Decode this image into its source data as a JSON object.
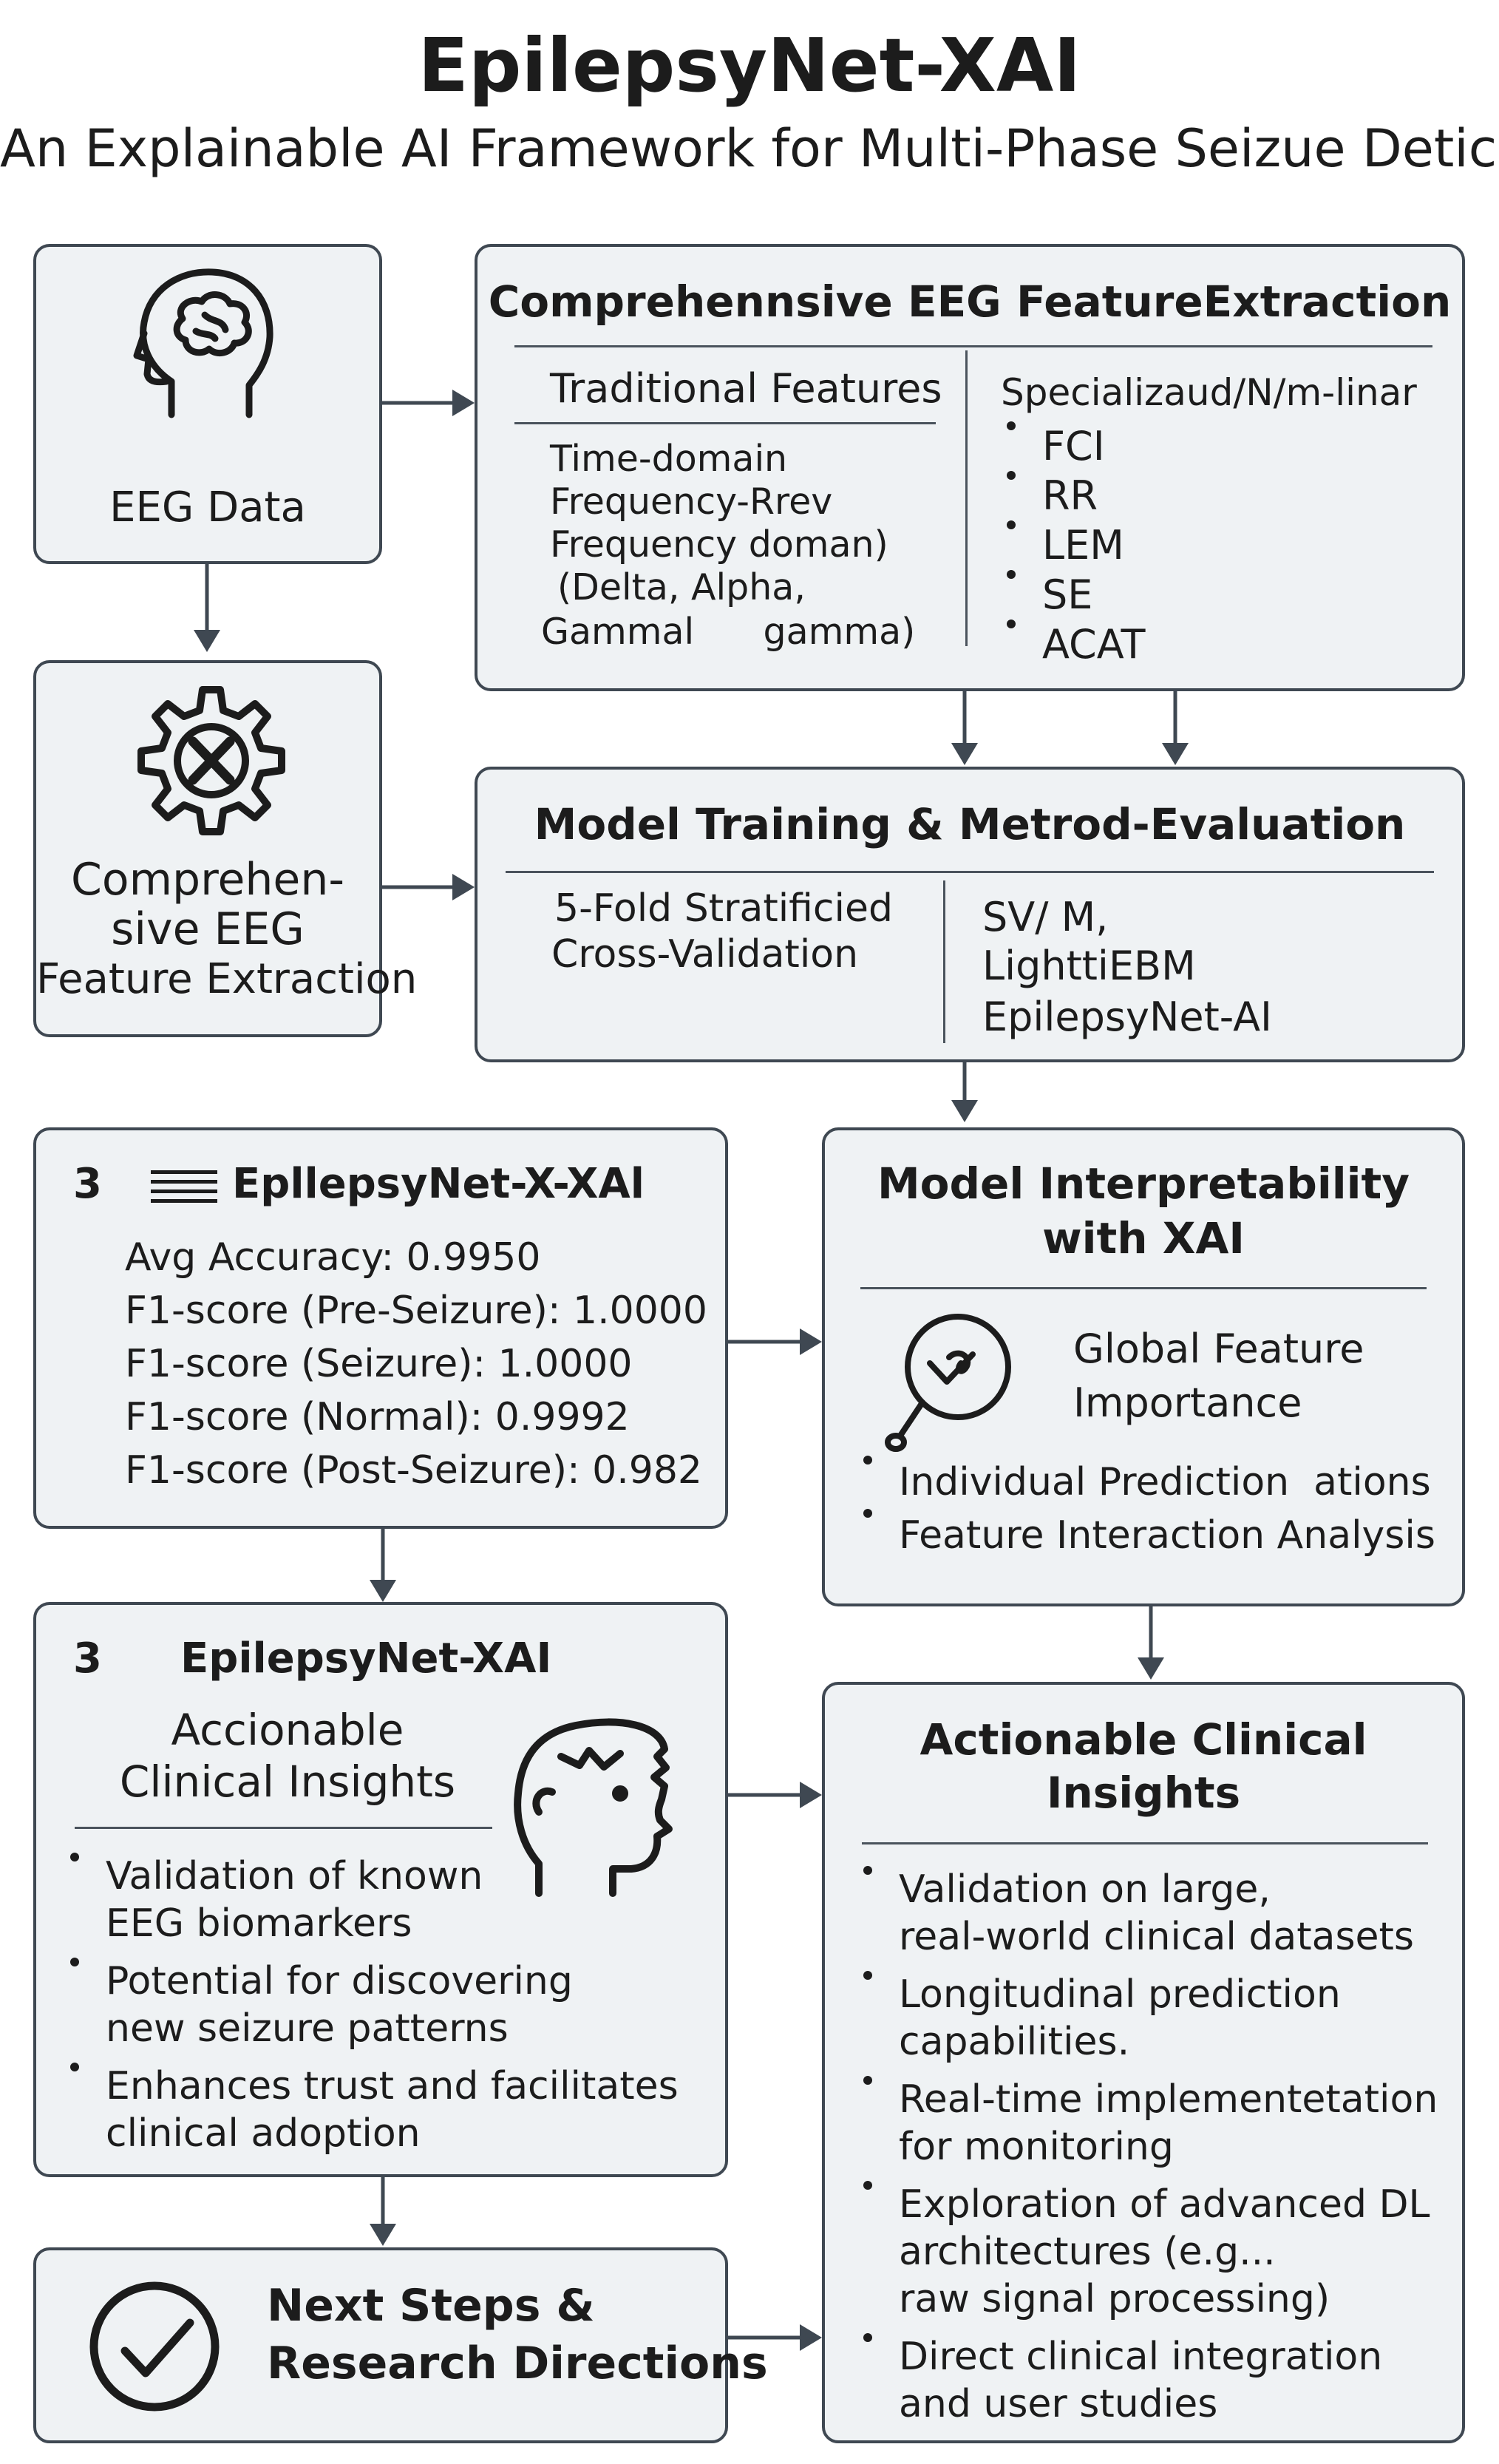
{
  "header": {
    "title": "EpilepsyNet-XAI",
    "subtitle": "An Explainable AI Framework for Multi-Phase Seizue Deticn"
  },
  "eeg_data": {
    "label": "EEG Data",
    "icon": "brain-head-icon"
  },
  "feature_box": {
    "line1": "Comprehen-",
    "line2": "sive EEG",
    "line3": "Feature Extraction",
    "icon": "gear-x-icon"
  },
  "feature_extraction": {
    "title": "Comprehennsive EEG FeatureExtraction",
    "traditional": {
      "heading": "Traditional Features",
      "lines": [
        "Time-domain",
        "Frequency-Rrev",
        "Frequency doman)",
        "(Delta, Alpha,",
        "Gammal      gamma)"
      ]
    },
    "specialized": {
      "heading": "Specializaud/N/m-linar",
      "items": [
        "FCI",
        "RR",
        "LEM",
        "SE",
        "ACAT"
      ]
    }
  },
  "model_training": {
    "title": "Model Training & Metrod-Evaluation",
    "left_lines": [
      "5-Fold Stratificied",
      "Cross-Validation"
    ],
    "right_lines": [
      "SV/ M,",
      "LighttiEBM",
      "EpilepsyNet-AI"
    ]
  },
  "results": {
    "number": "3",
    "title": "EpllepsyNet-X-XAl",
    "icon": "menu-lines-icon",
    "metrics": [
      "Avg Accuracy: 0.9950",
      "F1-score (Pre-Seizure): 1.0000",
      "F1-score (Seizure): 1.0000",
      "F1-score (Normal): 0.9992",
      "F1-score (Post-Seizure): 0.982"
    ]
  },
  "interpretability": {
    "title_line1": "Model Interpretability",
    "title_line2": "with XAI",
    "icon": "magnifier-check-icon",
    "global_line1": "Global Feature",
    "global_line2": "Importance",
    "items": [
      "Individual Prediction  ations",
      "Feature Interaction Analysis"
    ]
  },
  "insights_left": {
    "number": "3",
    "title": "EpilepsyNet-XAI",
    "subtitle_line1": "Accionable",
    "subtitle_line2": "Clinical Insights",
    "icon": "human-head-icon",
    "items": [
      [
        "Validation of known",
        "EEG biomarkers"
      ],
      [
        "Potential for discovering",
        "new seizure patterns"
      ],
      [
        "Enhances trust and facilitates",
        "clinical adoption"
      ]
    ]
  },
  "next_steps": {
    "line1": "Next Steps &",
    "line2": "Research Directions",
    "icon": "check-circle-icon"
  },
  "insights_right": {
    "title_line1": "Actionable Clinical",
    "title_line2": "Insights",
    "items": [
      [
        "Validation on large,",
        "real-world clinical datasets"
      ],
      [
        "Longitudinal prediction",
        "capabilities."
      ],
      [
        "Real-time implementetation",
        "for monitoring"
      ],
      [
        "Exploration of advanced DL",
        "architectures (e.g...",
        "raw signal processing)"
      ],
      [
        "Direct clinical integration",
        "and user studies"
      ]
    ]
  },
  "colors": {
    "box_fill": "#eff2f4",
    "box_border": "#3f4852",
    "text": "#1c1c1c"
  }
}
